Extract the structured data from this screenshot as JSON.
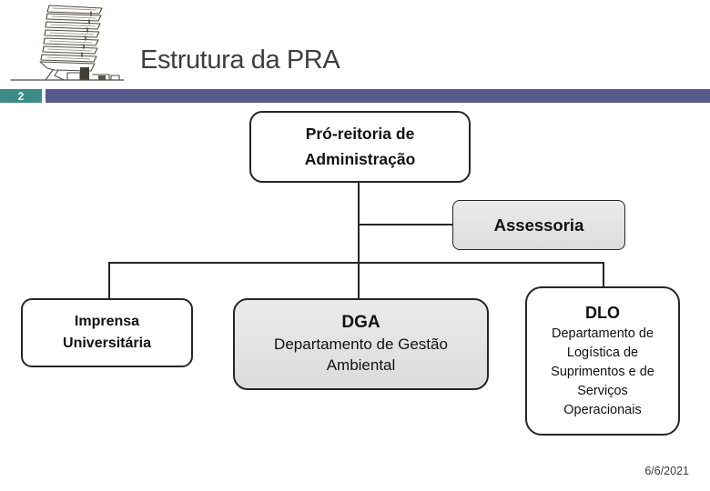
{
  "slide": {
    "title": "Estrutura da PRA",
    "slide_number": "2",
    "footer_date": "6/6/2021"
  },
  "org_chart": {
    "root_label": "Pró-reitoria de Administração",
    "staff_label": "Assessoria",
    "children": [
      {
        "title": "Imprensa Universitária"
      },
      {
        "title": "DGA",
        "subtitle": "Departamento de Gestão Ambiental"
      },
      {
        "title": "DLO",
        "subtitle": "Departamento de Logística de Suprimentos e de Serviços Operacionais"
      }
    ]
  },
  "colors": {
    "accent_bar": "#56598B",
    "slide_number_bg": "#3E8A86",
    "shape_border": "#262626",
    "shape_fill_gray": "#E4E4E4",
    "shape_fill_white": "#FFFFFF",
    "title_text": "#3E3E3E"
  },
  "icons": {
    "building_sketch": "building-sketch-icon"
  }
}
